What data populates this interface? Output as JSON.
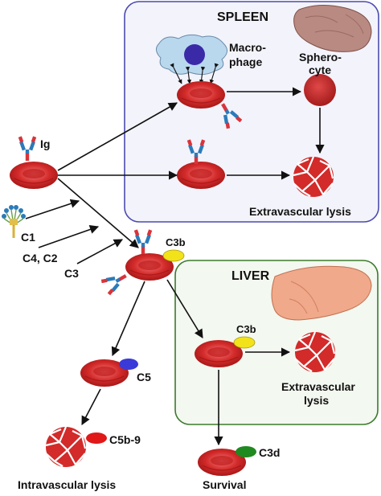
{
  "regions": {
    "spleen": {
      "title": "SPLEEN",
      "border_color": "#4b4bb0",
      "fill_color": "#f3f3fb"
    },
    "liver": {
      "title": "LIVER",
      "border_color": "#3c7a2a",
      "fill_color": "#f3f8f0"
    }
  },
  "labels": {
    "ig": "Ig",
    "macrophage_line1": "Macro-",
    "macrophage_line2": "phage",
    "spherocyte_line1": "Sphero-",
    "spherocyte_line2": "cyte",
    "extravascular_spleen": "Extravascular lysis",
    "c1": "C1",
    "c4c2": "C4, C2",
    "c3": "C3",
    "c3b_main": "C3b",
    "c3b_liver": "C3b",
    "extravascular_liver_line1": "Extravascular",
    "extravascular_liver_line2": "lysis",
    "c5": "C5",
    "c5b9": "C5b-9",
    "intravascular": "Intravascular lysis",
    "c3d": "C3d",
    "survival": "Survival"
  },
  "colors": {
    "rbc": "#d32a2a",
    "rbc_dark": "#a81818",
    "c3b_marker": "#f2e21a",
    "c5_marker": "#3a3ad8",
    "c5b9_marker": "#e01818",
    "c3d_marker": "#1f8a1f",
    "antibody_blue": "#2b7bb9",
    "antibody_red": "#d8343a",
    "macrophage_fill": "#b9d8ee",
    "macrophage_nucleus": "#3a2aa8"
  },
  "icons": [
    "macrophage-cell-icon",
    "spleen-organ-icon",
    "liver-organ-icon",
    "antibody-icon",
    "c1-complex-icon",
    "lysed-cell-icon"
  ]
}
